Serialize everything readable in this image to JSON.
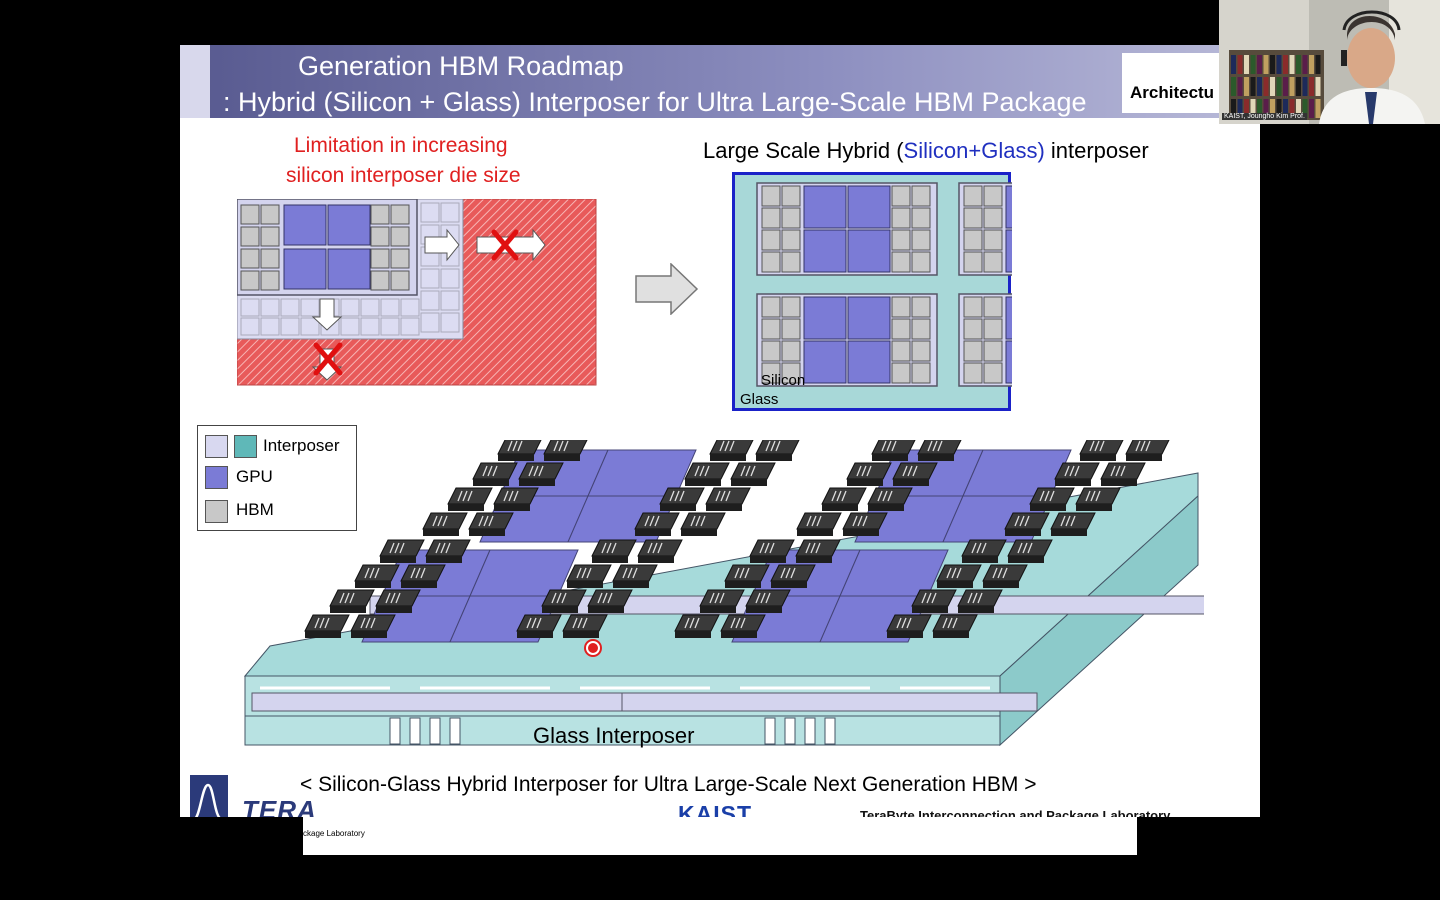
{
  "slide": {
    "title_line1": "Generation HBM Roadmap",
    "title_line2": ": Hybrid (Silicon + Glass) Interposer for Ultra Large-Scale HBM Package",
    "overlay_label": "Architectu",
    "limitation_line1": "Limitation in increasing",
    "limitation_line2": "silicon interposer die size",
    "hybrid_prefix": "Large Scale Hybrid (",
    "hybrid_blue": "Silicon+Glass)",
    "hybrid_suffix": " interposer",
    "silicon_label": "Silicon",
    "glass_label": "Glass",
    "legend": {
      "interposer": "Interposer",
      "gpu": "GPU",
      "hbm": "HBM"
    },
    "glass_interposer_label": "Glass Interposer",
    "caption": "< Silicon-Glass Hybrid Interposer for Ultra Large-Scale Next Generation HBM >",
    "kaist": "KAIST",
    "lab_name": "TeraByte Interconnection and Package Laboratory",
    "tera_logo": "TERA",
    "lab_sub": "ckage Laboratory"
  },
  "webcam": {
    "name_tag": "KAIST, Joungho Kim Prof."
  },
  "colors": {
    "gpu": "#7b7bd6",
    "hbm": "#c8c8c8",
    "silicon": "#d4d4ee",
    "glass": "#9fd3d3",
    "red": "#e02020",
    "title_bar": "#6a6ca4"
  }
}
